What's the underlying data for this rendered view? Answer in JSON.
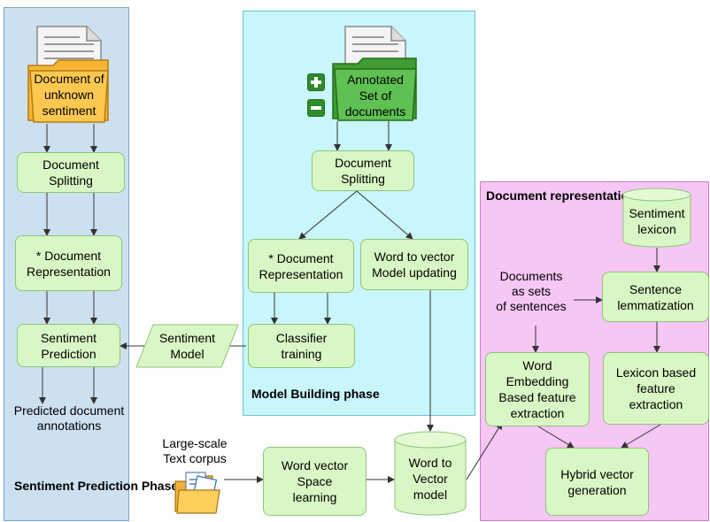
{
  "phases": {
    "sentiment_prediction": "Sentiment\nPrediction Phase",
    "model_building": "Model Building phase",
    "document_representation": "Document\nrepresentation"
  },
  "prediction": {
    "input_folder": "Document of\nunknown\nsentiment",
    "splitting": "Document\nSplitting",
    "representation": "* Document\nRepresentation",
    "prediction": "Sentiment\nPrediction",
    "output": "Predicted document\nannotations"
  },
  "building": {
    "input_folder": "Annotated\nSet of\ndocuments",
    "plus": "+",
    "minus": "−",
    "splitting": "Document\nSplitting",
    "representation": "* Document\nRepresentation",
    "w2v_update": "Word to vector\nModel updating",
    "classifier": "Classifier\ntraining",
    "sentiment_model": "Sentiment\nModel"
  },
  "corpus": {
    "label": "Large-scale\nText corpus",
    "space_learning": "Word vector\nSpace\nlearning",
    "w2v_model": "Word to\nVector\nmodel"
  },
  "representation": {
    "lexicon": "Sentiment\nlexicon",
    "documents_as_sets": "Documents\nas sets\nof sentences",
    "lemmatization": "Sentence\nlemmatization",
    "word_embedding": "Word\nEmbedding\nBased feature\nextraction",
    "lexicon_feature": "Lexicon based\nfeature\nextraction",
    "hybrid": "Hybrid vector\ngeneration"
  },
  "colors": {
    "left_panel": "#cde0f0",
    "mid_panel": "#c8f6fa",
    "right_panel": "#f6c6f4",
    "node_fill": "#d9f7c4",
    "node_border": "#8fc47a",
    "orange_folder": "#f7b534",
    "green_folder": "#55b848"
  }
}
